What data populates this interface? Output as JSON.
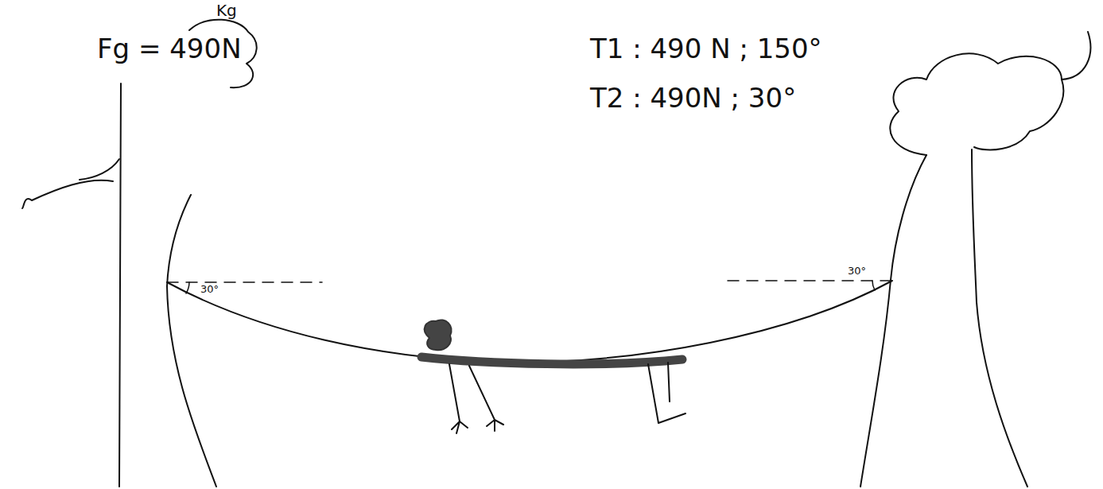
{
  "diagram": {
    "labels": [
      "Kg",
      "Fg = 490N",
      "T1 : 490 N ; 150°",
      "T2 : 490N ; 30°",
      "30°",
      "30°"
    ]
  }
}
